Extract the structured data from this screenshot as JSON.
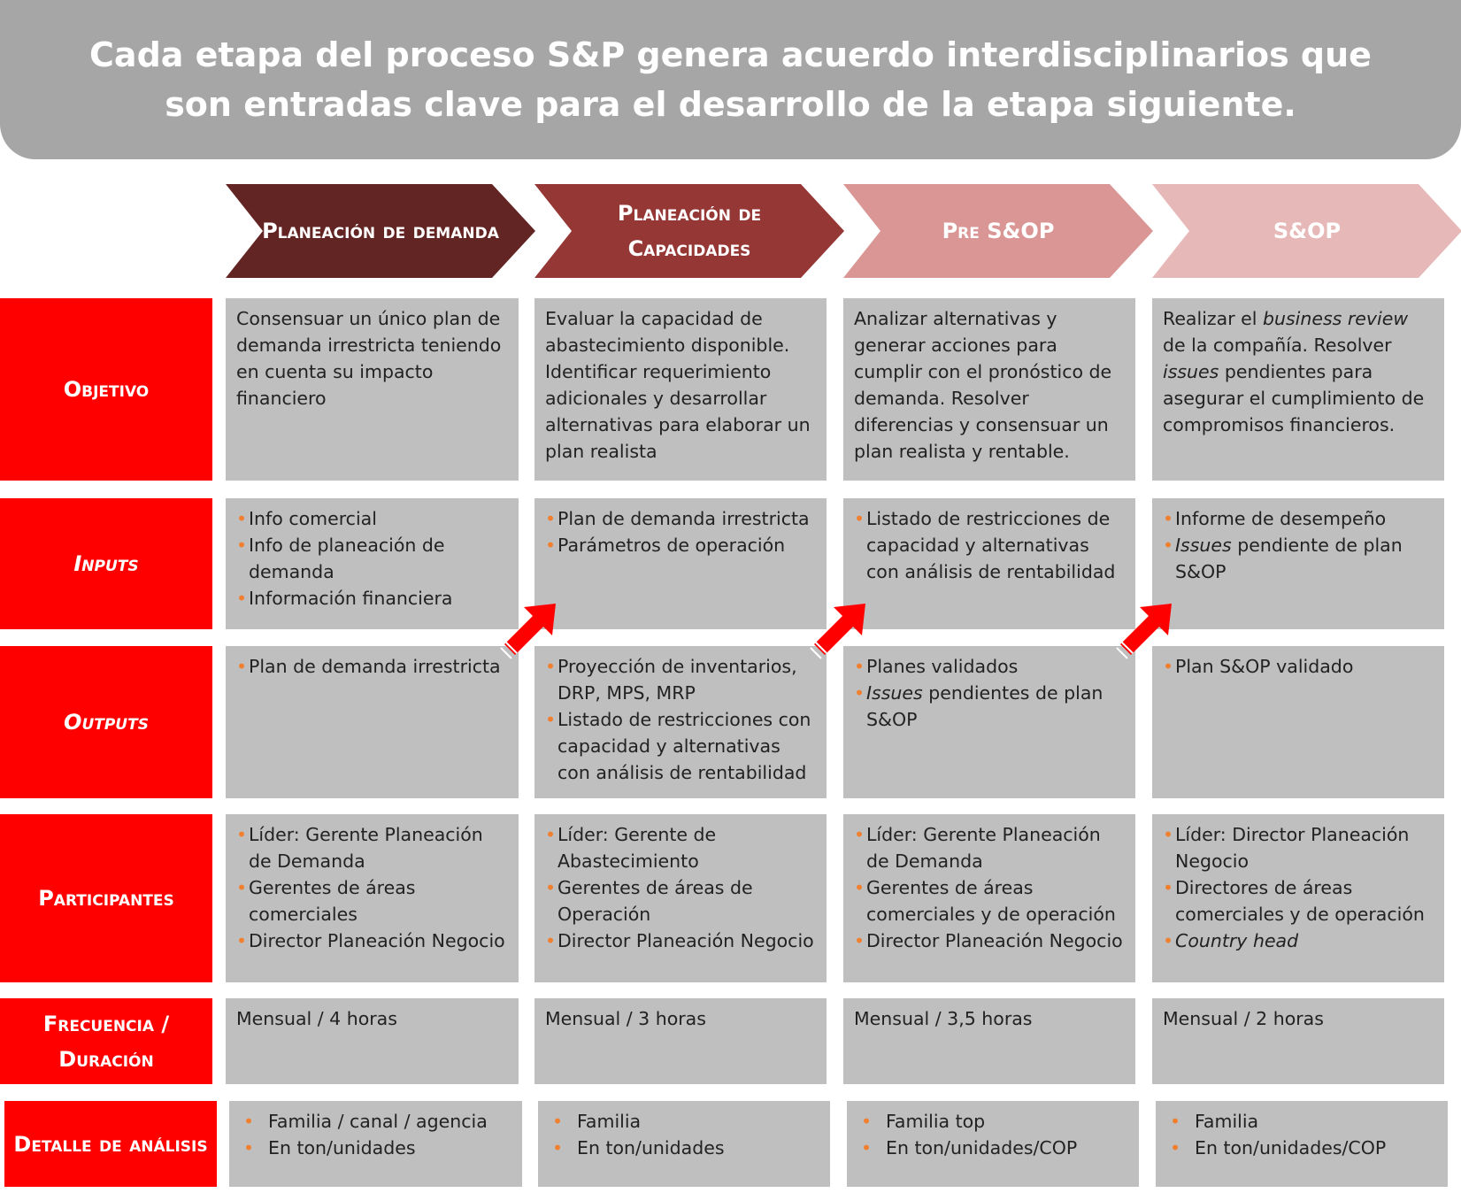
{
  "title": "Cada etapa del proceso S&P genera acuerdo interdisciplinarios que son entradas clave para el desarrollo de la etapa siguiente.",
  "colors": {
    "banner": "#a6a6a6",
    "row_label": "#ff0000",
    "cell": "#bfbfbf",
    "bullet": "#f07f2f",
    "stage1": "#632523",
    "stage2": "#953735",
    "stage3": "#d99694",
    "stage4": "#e6b9b8",
    "arrow": "#ff0000"
  },
  "stages": [
    {
      "label": "Planeación de demanda"
    },
    {
      "label": "Planeación de Capacidades"
    },
    {
      "label": "Pre S&OP"
    },
    {
      "label": "S&OP"
    }
  ],
  "rows": {
    "objetivo": {
      "label": "Objetivo",
      "cells": [
        {
          "text": "Consensuar un único plan de demanda irrestricta teniendo en cuenta su impacto financiero"
        },
        {
          "text": "Evaluar la capacidad de abastecimiento disponible. Identificar requerimiento adicionales y desarrollar alternativas para elaborar un plan realista"
        },
        {
          "text": "Analizar alternativas y generar acciones para cumplir con el pronóstico de demanda. Resolver diferencias y consensuar un plan realista y rentable."
        },
        {
          "t1": "Realizar el ",
          "i1": "business review",
          "t2": " de la compañía. Resolver ",
          "i2": "issues",
          "t3": " pendientes para asegurar el cumplimiento de compromisos financieros."
        }
      ]
    },
    "inputs": {
      "label": "Inputs",
      "cells": [
        {
          "items": [
            "Info comercial",
            "Info de planeación de demanda",
            "Información financiera"
          ]
        },
        {
          "items": [
            "Plan de demanda irrestricta",
            "Parámetros de operación"
          ]
        },
        {
          "items": [
            "Listado de restricciones de capacidad y alternativas con análisis de rentabilidad"
          ]
        },
        {
          "item1": "Informe de desempeño",
          "item2_i": "Issues",
          "item2_t": " pendiente de plan S&OP"
        }
      ]
    },
    "outputs": {
      "label": "Outputs",
      "cells": [
        {
          "items": [
            "Plan de demanda irrestricta"
          ]
        },
        {
          "items": [
            "Proyección de inventarios, DRP, MPS, MRP",
            "Listado de restricciones con capacidad y alternativas con análisis de rentabilidad"
          ]
        },
        {
          "item1": "Planes validados",
          "item2_i": "Issues",
          "item2_t": " pendientes de plan S&OP"
        },
        {
          "items": [
            "Plan S&OP validado"
          ]
        }
      ]
    },
    "participantes": {
      "label": "Participantes",
      "cells": [
        {
          "items": [
            "Líder: Gerente Planeación de Demanda",
            "Gerentes de áreas comerciales",
            "Director Planeación Negocio"
          ]
        },
        {
          "items": [
            "Líder: Gerente de Abastecimiento",
            "Gerentes de áreas de Operación",
            "Director Planeación Negocio"
          ]
        },
        {
          "items": [
            "Líder: Gerente Planeación de Demanda",
            "Gerentes de áreas comerciales y de operación",
            "Director Planeación Negocio"
          ]
        },
        {
          "items": [
            "Líder: Director Planeación Negocio",
            "Directores de áreas comerciales y de operación"
          ],
          "item_i": "Country head"
        }
      ]
    },
    "frecuencia": {
      "label": "Frecuencia / Duración",
      "cells": [
        {
          "text": "Mensual / 4 horas"
        },
        {
          "text": "Mensual / 3 horas"
        },
        {
          "text": "Mensual / 3,5 horas"
        },
        {
          "text": "Mensual / 2 horas"
        }
      ]
    },
    "detalle": {
      "label": "Detalle de análisis",
      "cells": [
        {
          "items": [
            "Familia / canal / agencia",
            "En ton/unidades"
          ]
        },
        {
          "items": [
            "Familia",
            "En ton/unidades"
          ]
        },
        {
          "items": [
            "Familia top",
            "En ton/unidades/COP"
          ]
        },
        {
          "items": [
            "Familia",
            "En ton/unidades/COP"
          ]
        }
      ]
    }
  }
}
